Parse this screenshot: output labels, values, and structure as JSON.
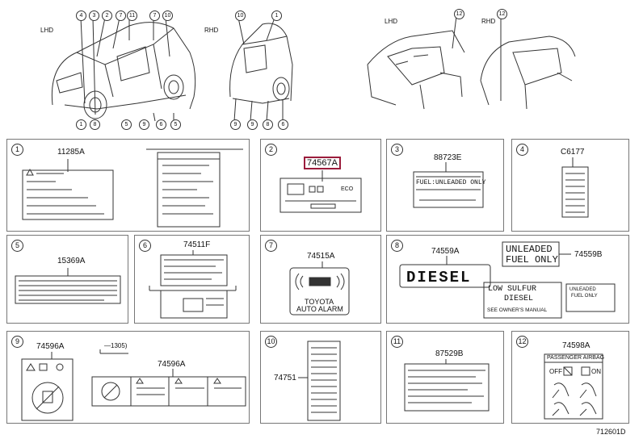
{
  "overview": {
    "lhd_left": "LHD",
    "rhd_left": "RHD",
    "lhd_right": "LHD",
    "rhd_right": "RHD",
    "callouts_car1_top": [
      "4",
      "3",
      "2",
      "7",
      "11",
      "7",
      "10"
    ],
    "callouts_car1_bottom": [
      "1",
      "8",
      "5",
      "9",
      "6",
      "5"
    ],
    "callouts_car2_top": [
      "10",
      "1"
    ],
    "callouts_car2_bottom": [
      "9",
      "9",
      "8",
      "6"
    ],
    "callouts_dash": [
      "12",
      "12"
    ]
  },
  "panels": [
    {
      "num": "1",
      "part": "11285A"
    },
    {
      "num": "2",
      "part": "74567A"
    },
    {
      "num": "3",
      "part": "88723E"
    },
    {
      "num": "4",
      "part": "C6177"
    },
    {
      "num": "5",
      "part": "15369A"
    },
    {
      "num": "6",
      "part": "74511F"
    },
    {
      "num": "7",
      "part": "74515A"
    },
    {
      "num": "8",
      "part": "74559A",
      "part2": "74559B"
    },
    {
      "num": "9",
      "part": "74596A",
      "part2": "74596A",
      "note": "—1305)"
    },
    {
      "num": "10",
      "part": "74751"
    },
    {
      "num": "11",
      "part": "87529B"
    },
    {
      "num": "12",
      "part": "74598A"
    }
  ],
  "labels": {
    "eco": "ECO",
    "toyota": "TOYOTA",
    "auto_alarm": "AUTO ALARM",
    "diesel": "DIESEL",
    "unleaded1": "UNLEADED",
    "unleaded2": "FUEL ONLY",
    "low1": "LOW SULFUR",
    "low2": "DIESEL",
    "low3": "SEE OWNER'S MANUAL",
    "unleaded_small1": "UNLEADED",
    "unleaded_small2": "FUEL ONLY",
    "passenger_airbag": "PASSENGER AIRBAG",
    "off": "OFF",
    "on": "ON",
    "fuel_unleaded_only": "FUEL:UNLEADED ONLY"
  },
  "diagram_code": "712601D"
}
